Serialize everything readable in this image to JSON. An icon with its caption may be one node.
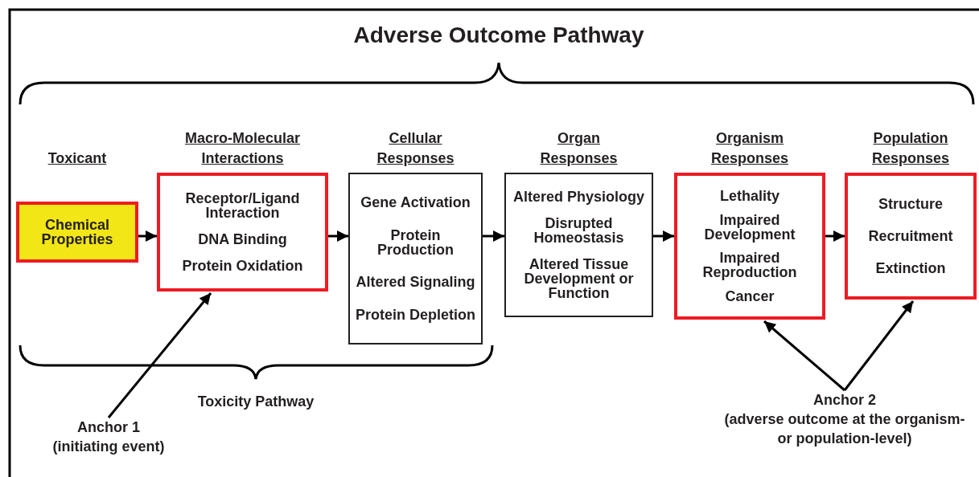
{
  "diagram": {
    "title": "Adverse Outcome Pathway",
    "nodes": [
      {
        "text": [
          "Toxicant",
          "Chemical Properties"
        ]
      },
      {
        "text": [
          "Macro-Molecular Interactions",
          "Receptor/Ligand Interaction",
          "DNA Binding",
          "Protein Oxidation"
        ]
      },
      {
        "text": [
          "Cellular Responses",
          "Gene Activation",
          "Protein Production",
          "Altered Signaling",
          "Protein Depletion"
        ]
      },
      {
        "text": [
          "Organ Responses",
          "Altered Physiology",
          "Disrupted Homeostasis",
          "Altered Tissue Development or Function"
        ]
      },
      {
        "text": [
          "Organism Responses",
          "Lethality",
          "Impaired Development",
          "Impaired Reproduction",
          "Cancer"
        ]
      },
      {
        "text": [
          "Population Responses",
          "Structure",
          "Recruitment",
          "Extinction"
        ]
      },
      {
        "text": [
          "Anchor 1",
          "(initiating event)"
        ]
      },
      {
        "text": [
          "Anchor 2",
          "(adverse outcome at the organism- or population-level)"
        ]
      }
    ],
    "edges": [
      {
        "from": 0,
        "to": 1,
        "arrow": "to"
      },
      {
        "from": 1,
        "to": 2,
        "arrow": "to"
      },
      {
        "from": 2,
        "to": 3,
        "arrow": "to"
      },
      {
        "from": 3,
        "to": 4,
        "arrow": "to"
      },
      {
        "from": 4,
        "to": 5,
        "arrow": "to"
      },
      {
        "from": 6,
        "to": 1,
        "arrow": "to"
      },
      {
        "from": 7,
        "to": 4,
        "arrow": "to"
      },
      {
        "from": 7,
        "to": 5,
        "arrow": "to"
      }
    ],
    "labels": [
      "Toxicity Pathway"
    ]
  }
}
